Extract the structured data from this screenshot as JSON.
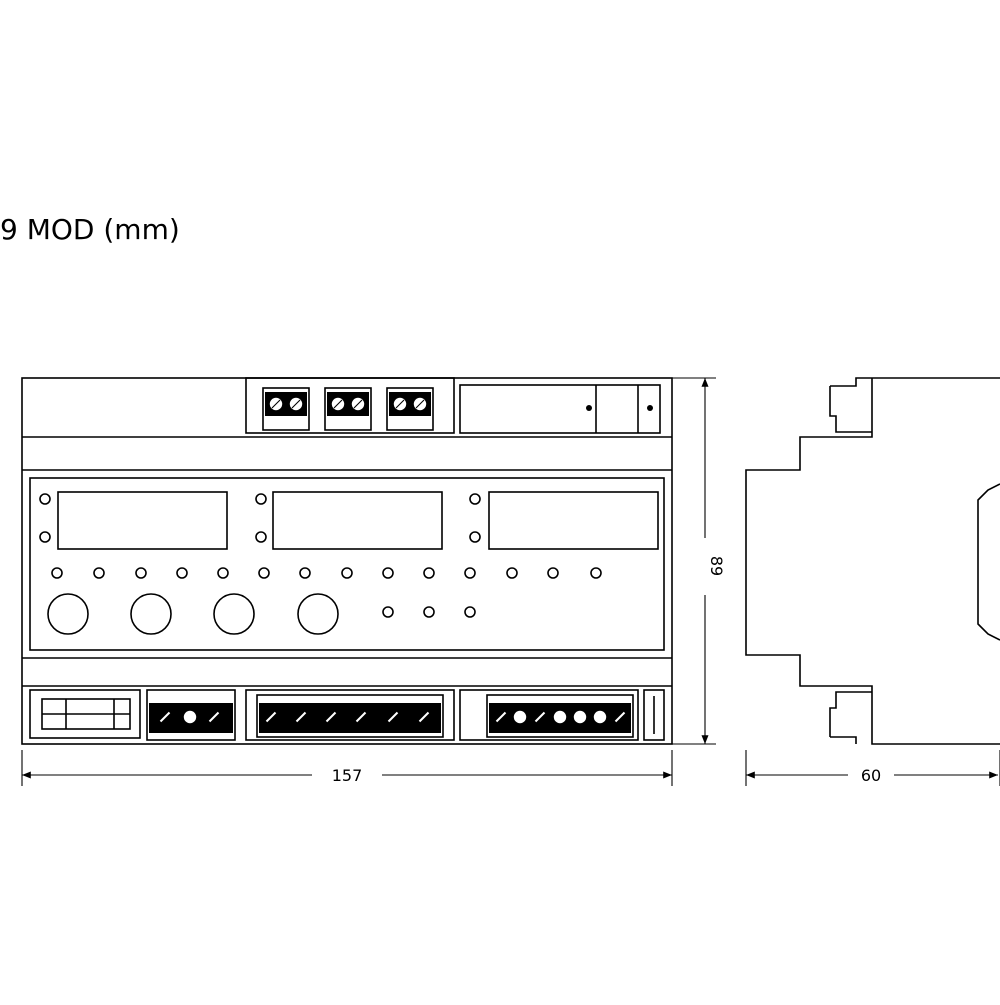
{
  "diagram": {
    "title": "9 MOD (mm)",
    "dimensions": {
      "width": "157",
      "height": "89",
      "depth": "60"
    }
  }
}
